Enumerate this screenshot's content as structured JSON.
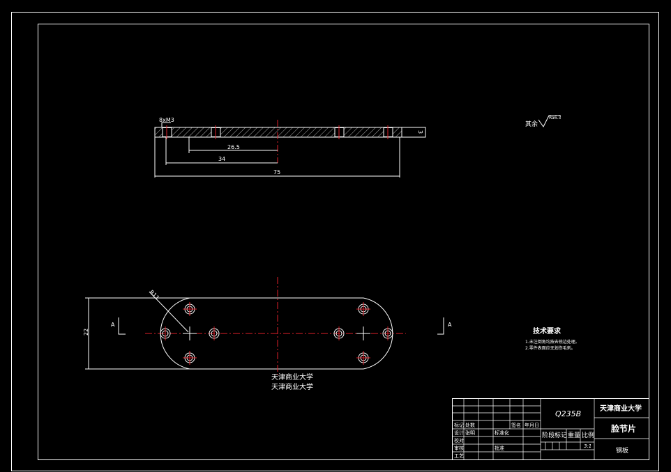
{
  "colors": {
    "background": "#000000",
    "line": "#ffffff",
    "centerline": "#e0202a"
  },
  "side_view": {
    "label_thread": "8xM3",
    "dim_26_5": "26.5",
    "dim_34": "34",
    "dim_75": "75",
    "dim_3": "3"
  },
  "top_view": {
    "label_radius": "R11",
    "label_height": "22",
    "section_a_left": "A",
    "section_a_right": "A"
  },
  "school_lines": [
    "天津商业大学",
    "天津商业大学"
  ],
  "roughness": {
    "prefix": "其余",
    "value": "Ra6.3"
  },
  "tech_req": {
    "title": "技术要求",
    "items": [
      "1.未注倒角均按去锐边处理。",
      "2.零件表面应无划伤毛刺。"
    ]
  },
  "title_block": {
    "material": "Q235B",
    "company": "天津商业大学",
    "part_name": "脸节片",
    "material_type": "钢板",
    "row_labels": [
      "标记",
      "设计",
      "校对",
      "审核",
      "工艺"
    ],
    "count_label": "处数",
    "designer": "张明",
    "std_label": "标准化",
    "approve_label": "批准",
    "sign_label": "签名",
    "date_label": "年月日",
    "stage_label": "阶段标记",
    "weight_label": "重量",
    "scale_label": "比例",
    "scale_value": "3:1"
  }
}
